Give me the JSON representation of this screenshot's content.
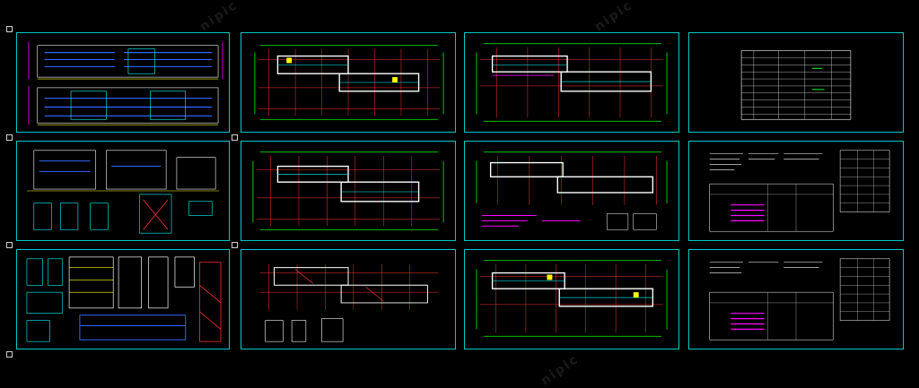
{
  "drawing": {
    "background_color": "#000000",
    "frame_color": "#00c8c8",
    "line_colors": [
      "#00ff00",
      "#ff3333",
      "#ffff00",
      "#00ffff",
      "#ffffff",
      "#ff00ff",
      "#3366ff"
    ],
    "sheet_types": [
      "elevation",
      "plan",
      "plan",
      "table",
      "elevation-detail",
      "plan",
      "plan",
      "table-notes",
      "detail",
      "plan-sparse",
      "plan",
      "table-notes"
    ],
    "watermark": "nipic"
  }
}
